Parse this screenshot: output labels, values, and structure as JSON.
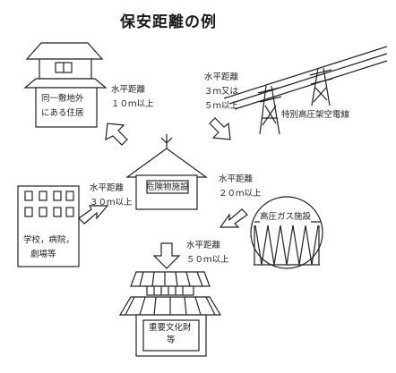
{
  "title": "保安距離の例",
  "center": {
    "label": "危険物施設"
  },
  "targets": {
    "residence": {
      "label_line1": "同一敷地外",
      "label_line2": "にある住居",
      "dist_line1": "水平距離",
      "dist_line2": "１０ｍ以上"
    },
    "power_line": {
      "label": "特別高圧架空電線",
      "dist_line1": "水平距離",
      "dist_line2": "３ｍ又は",
      "dist_line3": "５ｍ以上"
    },
    "school": {
      "label_line1": "学校，病院，",
      "label_line2": "劇場等",
      "dist_line1": "水平距離",
      "dist_line2": "３０ｍ以上"
    },
    "gas": {
      "label": "高圧ガス施設",
      "dist_line1": "水平距離",
      "dist_line2": "２０ｍ以上"
    },
    "heritage": {
      "label_line1": "重要文化財",
      "label_line2": "等",
      "dist_line1": "水平距離",
      "dist_line2": "５０ｍ以上"
    }
  }
}
